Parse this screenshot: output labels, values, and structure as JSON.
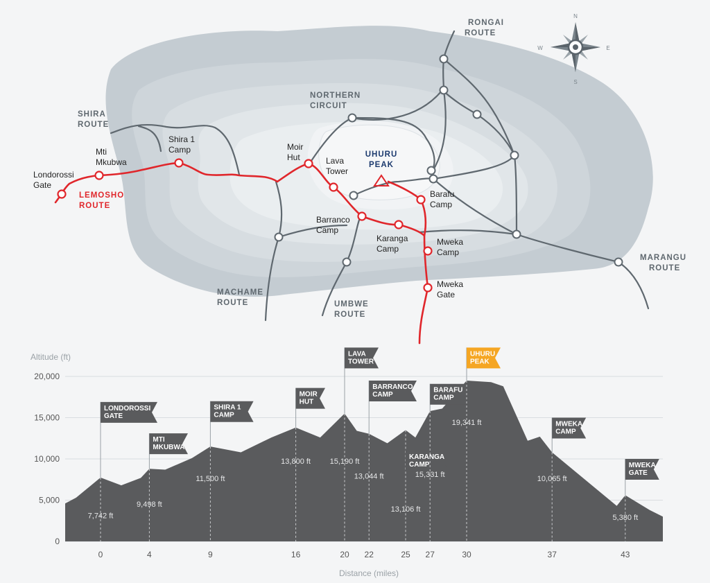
{
  "map": {
    "route_labels": {
      "rongai": [
        "RONGAI",
        "ROUTE"
      ],
      "northern": [
        "NORTHERN",
        "CIRCUIT"
      ],
      "shira": [
        "SHIRA",
        "ROUTE"
      ],
      "lemosho": [
        "LEMOSHO",
        "ROUTE"
      ],
      "machame": [
        "MACHAME",
        "ROUTE"
      ],
      "umbwe": [
        "UMBWE",
        "ROUTE"
      ],
      "marangu": [
        "MARANGU",
        "ROUTE"
      ]
    },
    "peak_label": [
      "UHURU",
      "PEAK"
    ],
    "camps": {
      "londorossi": [
        "Londorossi",
        "Gate"
      ],
      "mti_mkubwa": [
        "Mti",
        "Mkubwa"
      ],
      "shira1": [
        "Shira 1",
        "Camp"
      ],
      "moir": [
        "Moir",
        "Hut"
      ],
      "lava": [
        "Lava",
        "Tower"
      ],
      "barafu": [
        "Barafu",
        "Camp"
      ],
      "barranco": [
        "Barranco",
        "Camp"
      ],
      "karanga": [
        "Karanga",
        "Camp"
      ],
      "mweka_camp": [
        "Mweka",
        "Camp"
      ],
      "mweka_gate": [
        "Mweka",
        "Gate"
      ]
    },
    "compass": {
      "n": "N",
      "s": "S",
      "e": "E",
      "w": "W"
    },
    "colors": {
      "route_red": "#e0262b",
      "trail_grey": "#5f686f",
      "peak_blue": "#1c3a6e",
      "flag_orange": "#f5a623"
    }
  },
  "chart_data": {
    "type": "area",
    "ylabel": "Altitude (ft)",
    "xlabel": "Distance (miles)",
    "ylim": [
      0,
      20000
    ],
    "y_ticks": [
      "0",
      "5,000",
      "10,000",
      "15,000",
      "20,000"
    ],
    "x_ticks": [
      "0",
      "4",
      "9",
      "16",
      "20",
      "22",
      "25",
      "27",
      "30",
      "37",
      "43"
    ],
    "profile": [
      {
        "x": -3,
        "y": 4600
      },
      {
        "x": -2,
        "y": 5300
      },
      {
        "x": 0,
        "y": 7742
      },
      {
        "x": 1.7,
        "y": 6800
      },
      {
        "x": 3.3,
        "y": 7700
      },
      {
        "x": 4,
        "y": 8800
      },
      {
        "x": 5.3,
        "y": 8700
      },
      {
        "x": 7.5,
        "y": 10100
      },
      {
        "x": 9,
        "y": 11500
      },
      {
        "x": 11.5,
        "y": 10800
      },
      {
        "x": 14,
        "y": 12600
      },
      {
        "x": 16,
        "y": 13800
      },
      {
        "x": 18,
        "y": 12600
      },
      {
        "x": 20,
        "y": 15500
      },
      {
        "x": 21,
        "y": 13400
      },
      {
        "x": 22,
        "y": 13044
      },
      {
        "x": 23.5,
        "y": 11900
      },
      {
        "x": 25,
        "y": 13500
      },
      {
        "x": 25.8,
        "y": 12600
      },
      {
        "x": 27,
        "y": 15800
      },
      {
        "x": 28,
        "y": 16100
      },
      {
        "x": 30,
        "y": 19500
      },
      {
        "x": 32,
        "y": 19300
      },
      {
        "x": 33,
        "y": 18800
      },
      {
        "x": 35,
        "y": 12200
      },
      {
        "x": 36,
        "y": 12700
      },
      {
        "x": 37,
        "y": 10800
      },
      {
        "x": 42.3,
        "y": 4300
      },
      {
        "x": 43,
        "y": 5600
      },
      {
        "x": 45,
        "y": 3800
      },
      {
        "x": 46.5,
        "y": 3000
      }
    ],
    "markers": [
      {
        "x": 0,
        "y": 7742,
        "flag": [
          "LONDOROSSI",
          "GATE"
        ],
        "flag_alt": 16900,
        "value": "7,742 ft",
        "value_alt": 2800
      },
      {
        "x": 4,
        "y": 8800,
        "flag": [
          "MTI",
          "MKUBWA"
        ],
        "flag_alt": 13100,
        "value": "9,498 ft",
        "value_alt": 4200
      },
      {
        "x": 9,
        "y": 11500,
        "flag": [
          "SHIRA 1",
          "CAMP"
        ],
        "flag_alt": 17000,
        "value": "11,500 ft",
        "value_alt": 7300
      },
      {
        "x": 16,
        "y": 13800,
        "flag": [
          "MOIR",
          "HUT"
        ],
        "flag_alt": 18600,
        "value": "13,800 ft",
        "value_alt": 9400
      },
      {
        "x": 20,
        "y": 15500,
        "flag": [
          "LAVA",
          "TOWER"
        ],
        "flag_alt": 23500,
        "value": "15,190 ft",
        "value_alt": 9400
      },
      {
        "x": 22,
        "y": 13044,
        "flag": [
          "BARRANCO",
          "CAMP"
        ],
        "flag_alt": 19500,
        "value": "13,044 ft",
        "value_alt": 7600
      },
      {
        "x": 25,
        "y": 13500,
        "flag": [
          "KARANGA",
          "CAMP"
        ],
        "flag_alt": 11000,
        "value": "13,106 ft",
        "value_alt": 3600
      },
      {
        "x": 27,
        "y": 15800,
        "flag": [
          "BARAFU",
          "CAMP"
        ],
        "flag_alt": 19100,
        "value": "15,331 ft",
        "value_alt": 7800
      },
      {
        "x": 30,
        "y": 19500,
        "flag": [
          "UHURU",
          "PEAK"
        ],
        "flag_alt": 23500,
        "value": "19,341 ft",
        "value_alt": 14100,
        "highlight": true
      },
      {
        "x": 37,
        "y": 10800,
        "flag": [
          "MWEKA",
          "CAMP"
        ],
        "flag_alt": 15000,
        "value": "10,065 ft",
        "value_alt": 7300
      },
      {
        "x": 43,
        "y": 5600,
        "flag": [
          "MWEKA",
          "GATE"
        ],
        "flag_alt": 10000,
        "value": "5,380 ft",
        "value_alt": 2600
      }
    ]
  }
}
